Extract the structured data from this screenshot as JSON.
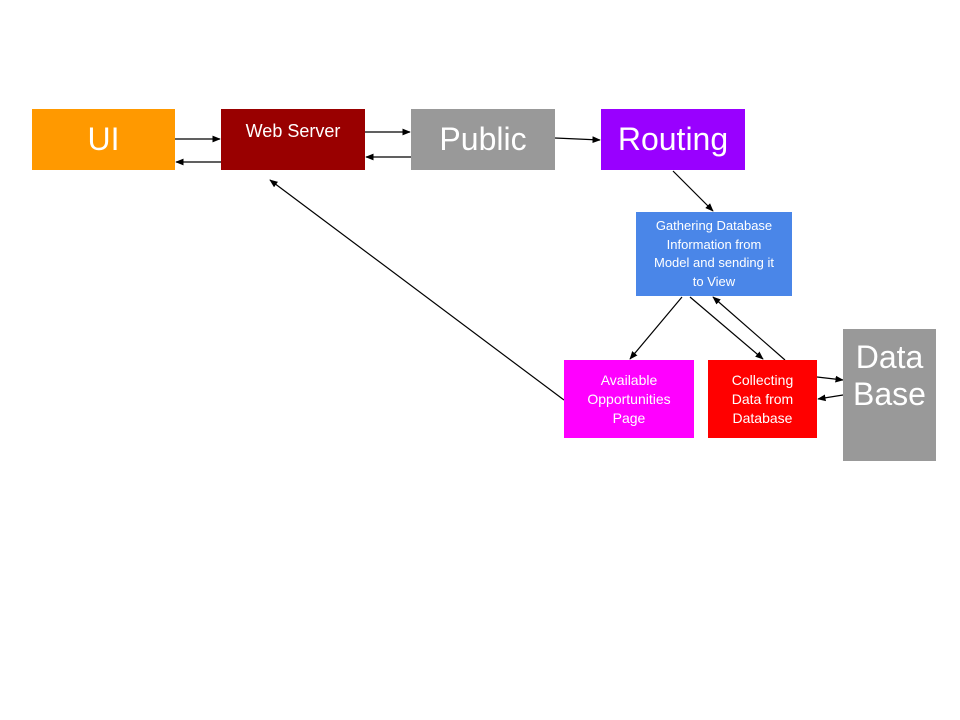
{
  "diagram": {
    "nodes": {
      "ui": {
        "label": "UI",
        "color": "#ff9900"
      },
      "web_server": {
        "label": "Web Server",
        "color": "#990000"
      },
      "public": {
        "label": "Public",
        "color": "#999999"
      },
      "routing": {
        "label": "Routing",
        "color": "#9900ff"
      },
      "gathering": {
        "label": "Gathering Database\nInformation from\nModel and sending it\nto View",
        "color": "#4a86e8"
      },
      "available": {
        "label": "Available\nOpportunities\nPage",
        "color": "#ff00ff"
      },
      "collecting": {
        "label": "Collecting\nData from\nDatabase",
        "color": "#ff0000"
      },
      "database": {
        "label": "Data\nBase",
        "color": "#999999"
      }
    },
    "edges": [
      {
        "from": "ui",
        "to": "web_server"
      },
      {
        "from": "web_server",
        "to": "ui"
      },
      {
        "from": "web_server",
        "to": "public"
      },
      {
        "from": "public",
        "to": "web_server"
      },
      {
        "from": "public",
        "to": "routing"
      },
      {
        "from": "routing",
        "to": "gathering"
      },
      {
        "from": "gathering",
        "to": "available"
      },
      {
        "from": "gathering",
        "to": "collecting"
      },
      {
        "from": "collecting",
        "to": "gathering"
      },
      {
        "from": "collecting",
        "to": "database"
      },
      {
        "from": "database",
        "to": "collecting"
      },
      {
        "from": "available",
        "to": "web_server"
      }
    ]
  }
}
